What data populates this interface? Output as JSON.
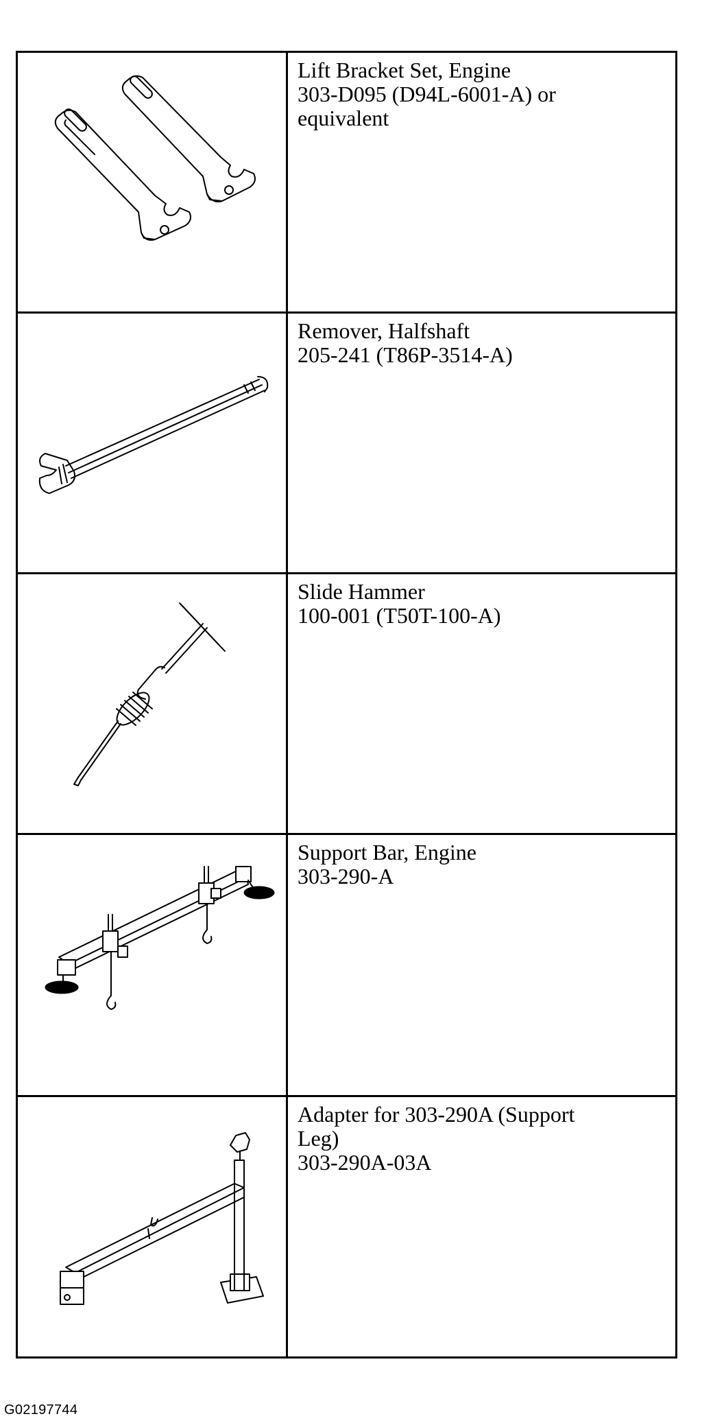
{
  "tools": [
    {
      "icon": "lift-bracket-icon",
      "lines": [
        "Lift Bracket Set, Engine",
        "303-D095 (D94L-6001-A) or",
        "equivalent"
      ]
    },
    {
      "icon": "halfshaft-remover-icon",
      "lines": [
        "Remover, Halfshaft",
        "205-241 (T86P-3514-A)"
      ]
    },
    {
      "icon": "slide-hammer-icon",
      "lines": [
        "Slide Hammer",
        "100-001 (T50T-100-A)"
      ]
    },
    {
      "icon": "engine-support-bar-icon",
      "lines": [
        "Support Bar, Engine",
        "303-290-A"
      ]
    },
    {
      "icon": "support-leg-adapter-icon",
      "lines": [
        "Adapter for 303-290A (Support",
        "Leg)",
        "303-290A-03A"
      ]
    }
  ],
  "caption": "G02197744"
}
